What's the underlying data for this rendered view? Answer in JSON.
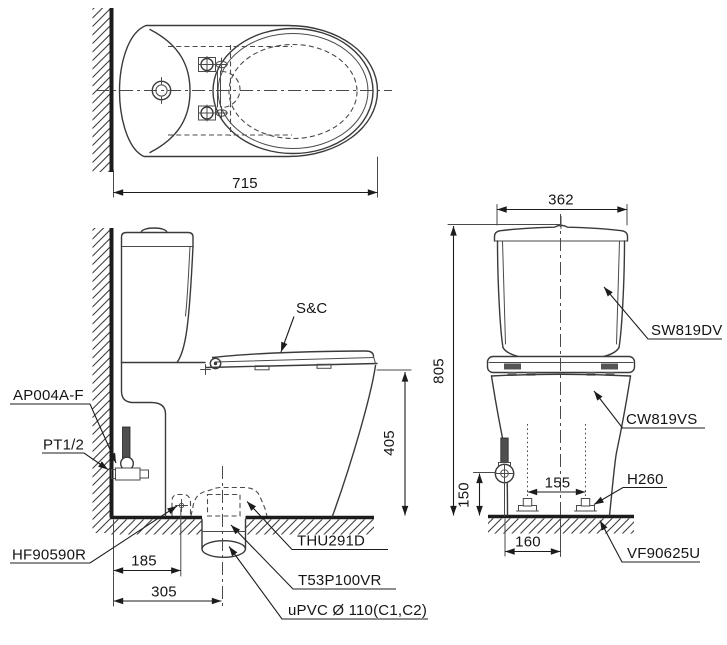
{
  "colors": {
    "line": "#3a3a3a",
    "heavy_line": "#1c1c1c",
    "text": "#151515",
    "background": "#ffffff"
  },
  "top_view": {
    "dim_depth": "715"
  },
  "side_view": {
    "label_seat": "S&C",
    "label_valve": "AP004A-F",
    "label_inlet": "PT1/2",
    "label_flange": "HF90590R",
    "label_trap": "THU291D",
    "label_outlet": "T53P100VR",
    "label_pipe": "uPVC Ø 110(C1,C2)",
    "dim_seat_height": "405",
    "dim_flange_offset": "185",
    "dim_trap_offset": "305"
  },
  "front_view": {
    "label_tank": "SW819DV",
    "label_bowl": "CW819VS",
    "label_bolt_cap": "H260",
    "label_seal": "VF90625U",
    "dim_width": "362",
    "dim_height": "805",
    "dim_supply_height": "150",
    "dim_bolt_spacing": "155",
    "dim_supply_offset": "160"
  }
}
